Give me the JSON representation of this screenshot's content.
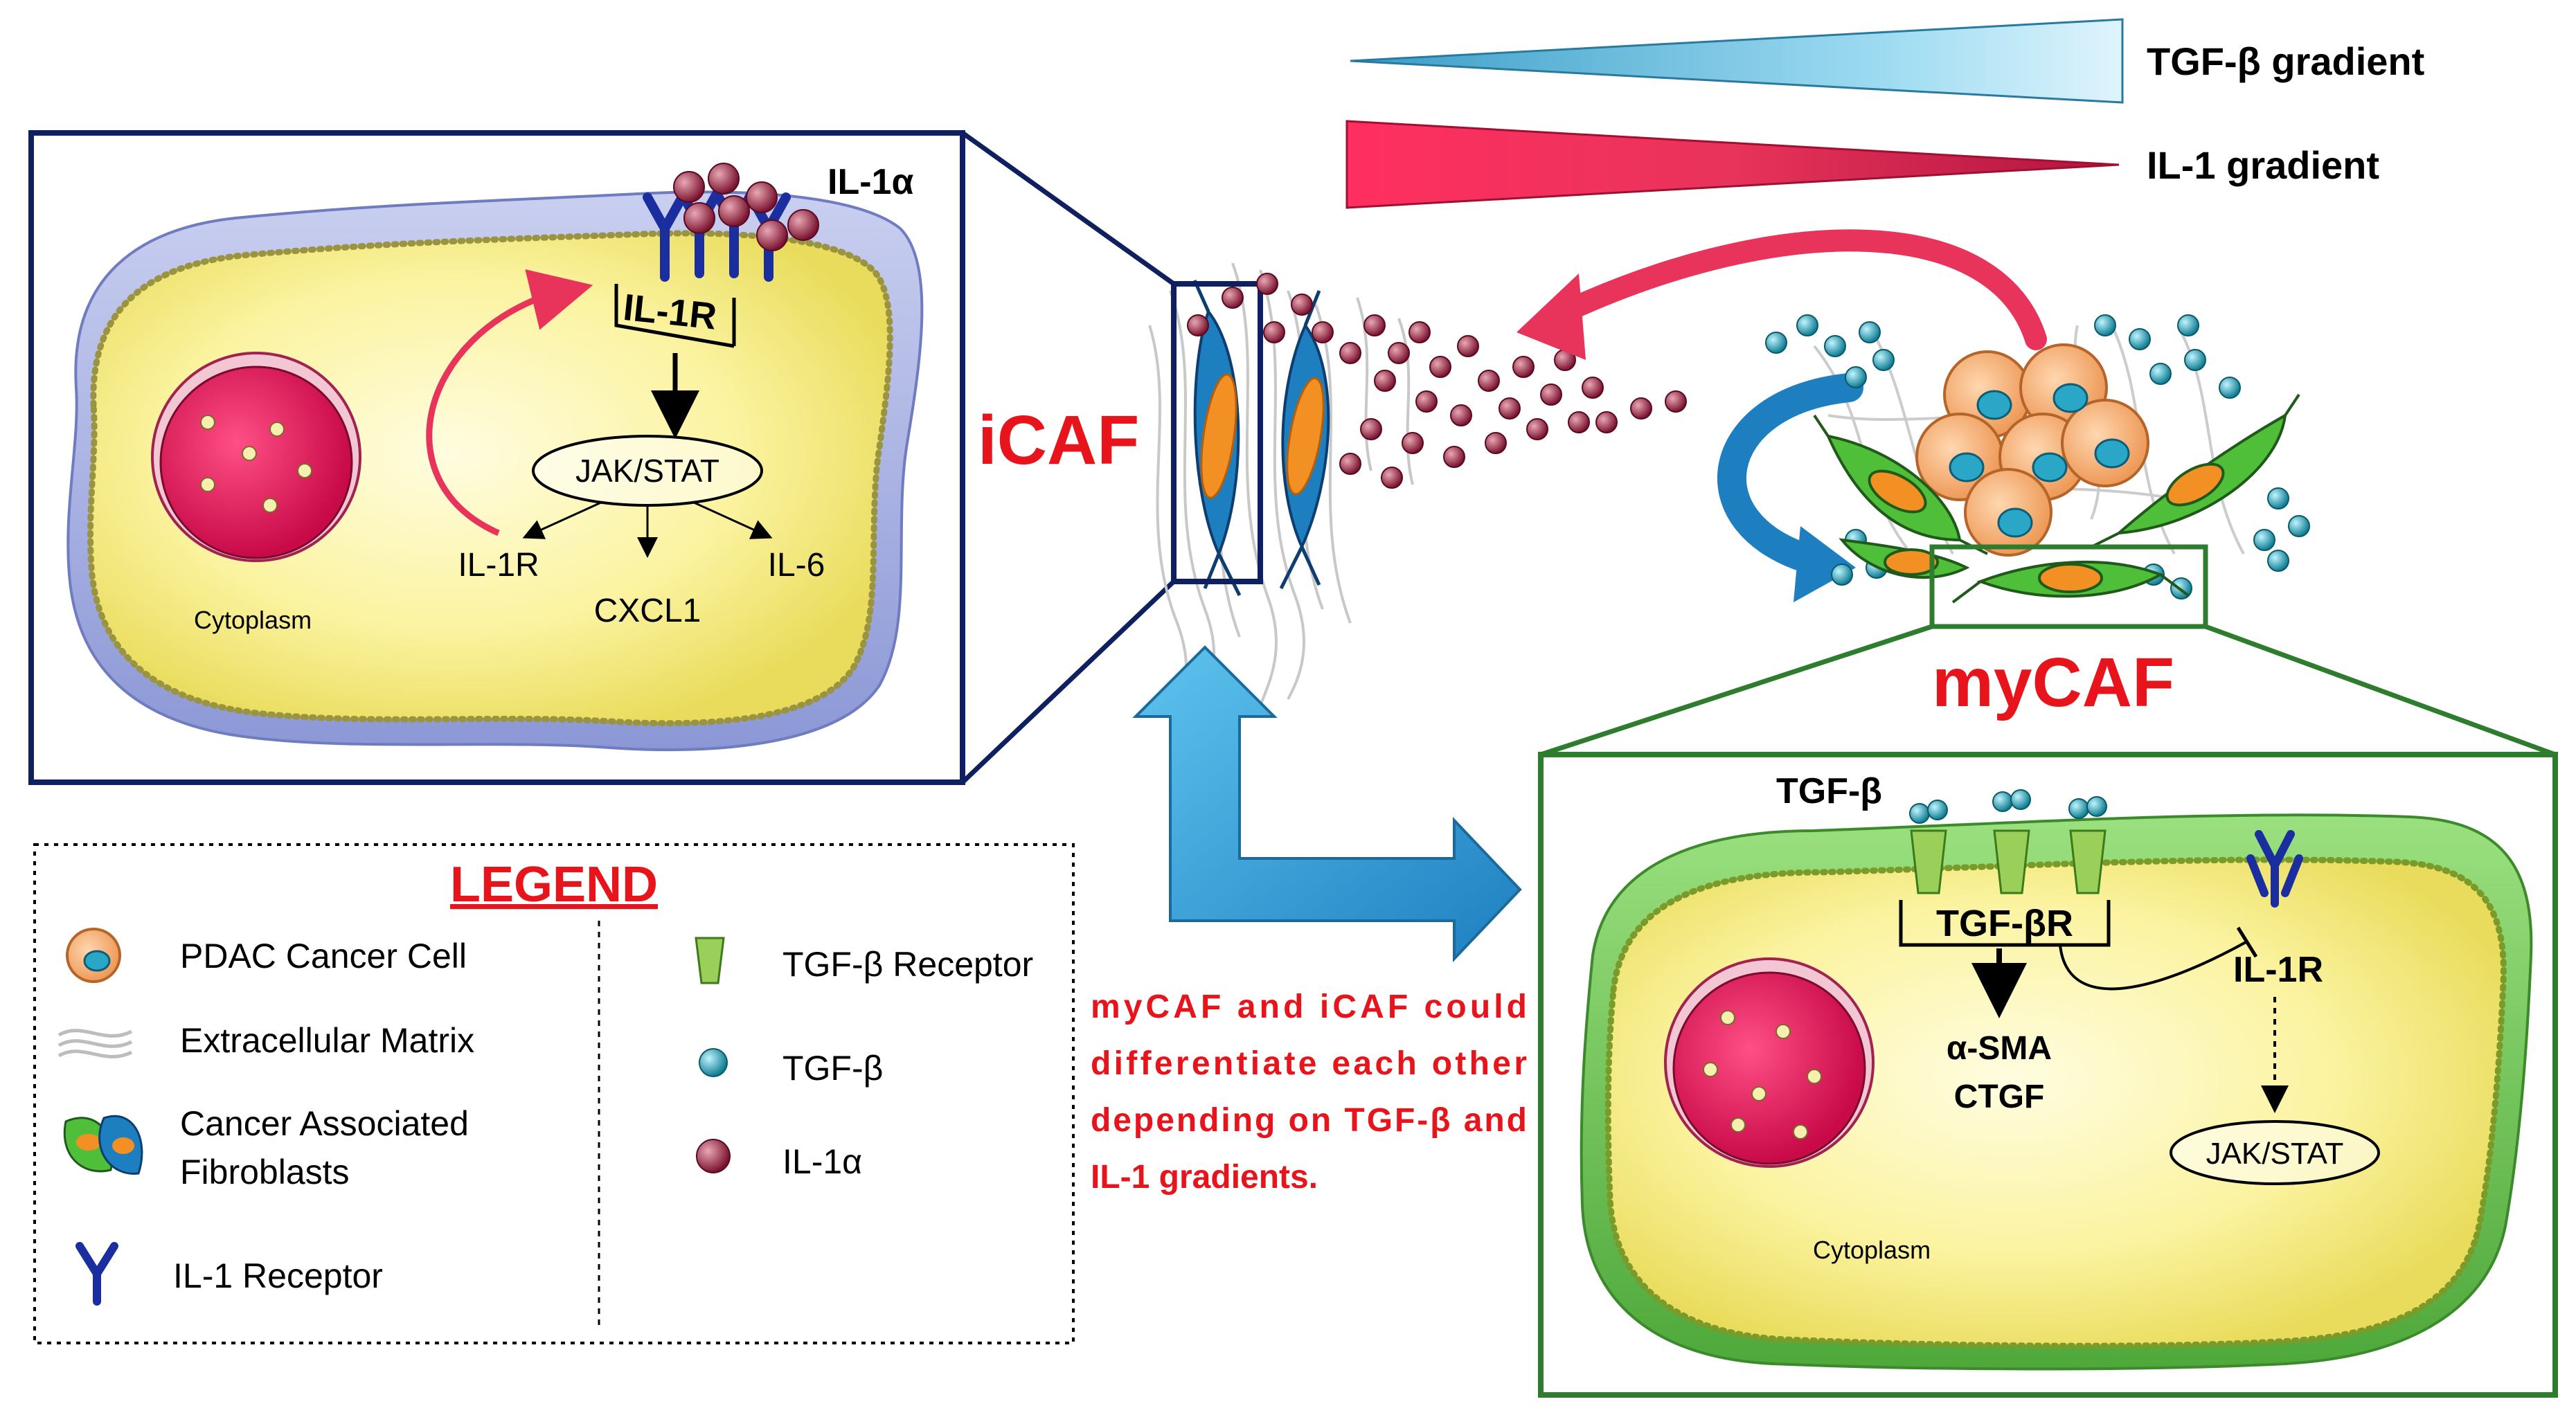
{
  "gradients": {
    "tgf_label": "TGF-β gradient",
    "il1_label": "IL-1 gradient",
    "tgf_color": "#8fd3ee",
    "il1_color": "#e8335a"
  },
  "icaf": {
    "label": "iCAF",
    "ligand_label": "IL-1α",
    "receptor_label": "IL-1R",
    "pathway_label": "JAK/STAT",
    "target_1": "IL-1R",
    "target_2": "CXCL1",
    "target_3": "IL-6",
    "cytoplasm_label": "Cytoplasm",
    "frame_color": "#0f2060"
  },
  "mycaf": {
    "label": "myCAF",
    "ligand_label": "TGF-β",
    "receptor_label": "TGF-βR",
    "target_1": "α-SMA",
    "target_2": "CTGF",
    "il1r_label": "IL-1R",
    "pathway_label": "JAK/STAT",
    "cytoplasm_label": "Cytoplasm",
    "frame_color": "#2e7d2e"
  },
  "description": {
    "line1": "myCAF and iCAF could",
    "line2": "differentiate each other",
    "line3": "depending on TGF-β and",
    "line4": "IL-1 gradients.",
    "color": "#e8141c"
  },
  "legend": {
    "title": "LEGEND",
    "items_left": [
      "PDAC Cancer Cell",
      "Extracellular Matrix",
      "Cancer Associated",
      "Fibroblasts",
      "IL-1 Receptor"
    ],
    "items_right": [
      "TGF-β Receptor",
      "TGF-β",
      "IL-1α"
    ],
    "title_color": "#e8141c"
  }
}
